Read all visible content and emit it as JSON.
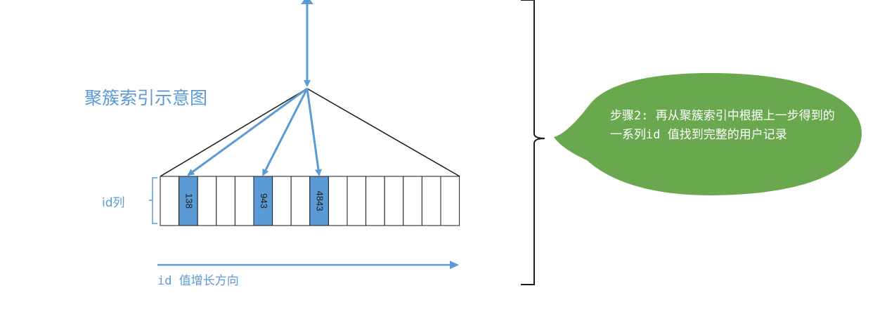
{
  "title": "聚簇索引示意图",
  "column_label": "id列",
  "direction_label": "id 值增长方向",
  "callout": {
    "text": "步骤2: 再从聚簇索引中根据上一步得到的一系列id 值找到完整的用户记录"
  },
  "leaf_row": {
    "cell_count": 16,
    "highlighted": [
      {
        "index": 1,
        "value": "138"
      },
      {
        "index": 5,
        "value": "943"
      },
      {
        "index": 8,
        "value": "4843"
      }
    ]
  },
  "colors": {
    "accent": "#5b9bd5",
    "highlight_fill": "#5b9bd5",
    "callout_fill": "#6aa84f",
    "line": "#1a1a1a"
  }
}
